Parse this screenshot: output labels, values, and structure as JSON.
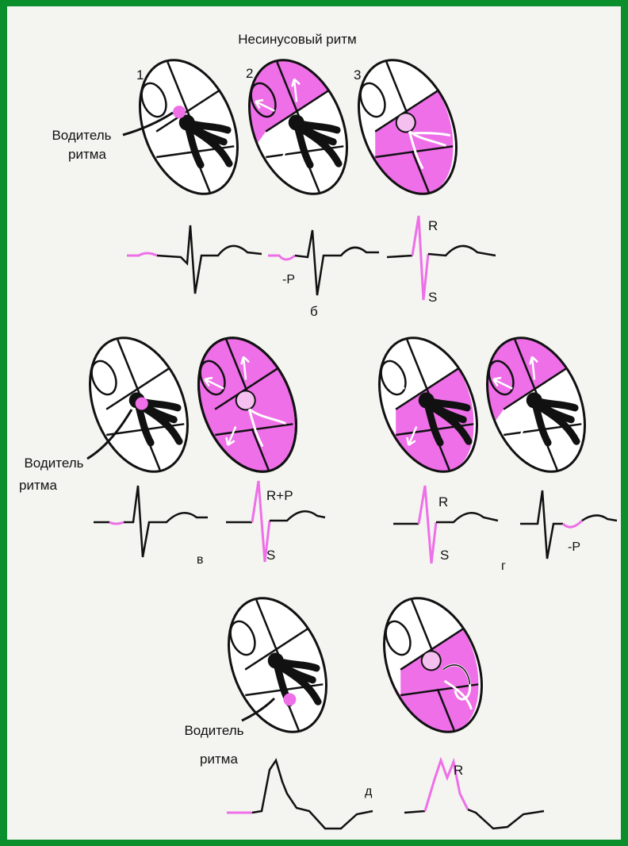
{
  "title": "Несинусовый ритм",
  "labels": {
    "n1": "1",
    "n2": "2",
    "n3": "3",
    "pacemaker1": [
      "Водитель",
      "ритма"
    ],
    "pacemaker2": [
      "Водитель",
      "ритма"
    ],
    "pacemaker3": [
      "Водитель",
      "ритма"
    ],
    "b": "б",
    "v": "в",
    "g": "г",
    "d": "д",
    "minus_p": "-P",
    "r": "R",
    "s": "S",
    "r_plus_p": "R+P"
  },
  "colors": {
    "frame": "#0a8f2c",
    "background": "#f4f4f0",
    "ink": "#111111",
    "highlight": "#ee6fe8"
  }
}
